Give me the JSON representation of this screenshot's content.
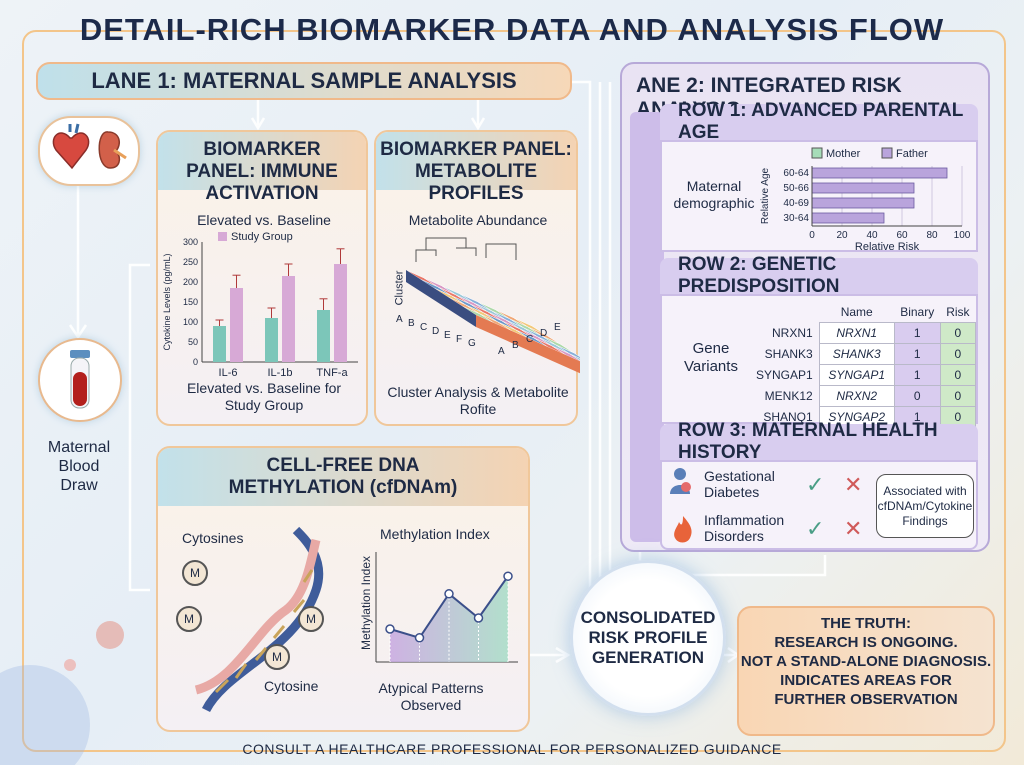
{
  "title": "DETAIL-RICH BIOMARKER DATA AND ANALYSIS FLOW",
  "lane1": {
    "header": "LANE 1: MATERNAL SAMPLE ANALYSIS",
    "blood_draw_label": "Maternal Blood Draw",
    "immune": {
      "header": "BIOMARKER PANEL: IMMUNE ACTIVATION",
      "chart_title": "Elevated vs. Baseline",
      "legend": "Study Group",
      "caption": "Elevated vs. Baseline for Study Group"
    },
    "metabolite": {
      "header": "BIOMARKER PANEL: METABOLITE PROFILES",
      "chart_title": "Metabolite Abundance",
      "cluster_axis": "Cluster",
      "caption": "Cluster Analysis & Metabolite Rofite",
      "x_letters": [
        "A",
        "B",
        "C",
        "D",
        "E",
        "F",
        "G"
      ],
      "y_letters": [
        "A",
        "B",
        "C",
        "D",
        "E"
      ]
    },
    "cfdna": {
      "header": "CELL-FREE DNA METHYLATION (cfDNAm)",
      "cytosines_label": "Cytosines",
      "cytosine_label": "Cytosine",
      "marker": "M",
      "chart_title": "Methylation Index",
      "y_label": "Methylation Index",
      "caption": "Atypical Patterns Observed"
    }
  },
  "lane2": {
    "header": "ANE 2: INTEGRATED RISK ANALYSIS",
    "row1": {
      "header": "ROW 1: ADVANCED PARENTAL AGE",
      "label": "Maternal demographic",
      "legend": [
        "Mother",
        "Father"
      ]
    },
    "row2": {
      "header": "ROW 2: GENETIC PREDISPOSITION",
      "label": "Gene Variants",
      "columns": [
        "Name",
        "Binary",
        "Risk"
      ],
      "rows": [
        {
          "gene": "NRXN1",
          "name": "NRXN1",
          "binary": "1",
          "risk": "0"
        },
        {
          "gene": "SHANK3",
          "name": "SHANK3",
          "binary": "1",
          "risk": "0"
        },
        {
          "gene": "SYNGAP1",
          "name": "SYNGAP1",
          "binary": "1",
          "risk": "0"
        },
        {
          "gene": "MENK12",
          "name": "NRXN2",
          "binary": "0",
          "risk": "0"
        },
        {
          "gene": "SHANQ1",
          "name": "SYNGAP2",
          "binary": "1",
          "risk": "0"
        }
      ]
    },
    "row3": {
      "header": "ROW 3: MATERNAL HEALTH HISTORY",
      "item1": "Gestational Diabetes",
      "item2": "Inflammation Disorders",
      "note": "Associated with cfDNAm/Cytokine Findings"
    }
  },
  "consolidated": "CONSOLIDATED RISK PROFILE GENERATION",
  "truth": {
    "line1": "THE TRUTH:",
    "line2": "RESEARCH IS ONGOING.",
    "line3": "NOT A STAND-ALONE DIAGNOSIS.",
    "line4": "INDICATES AREAS FOR FURTHER OBSERVATION"
  },
  "footer": "CONSULT A HEALTHCARE PROFESSIONAL FOR PERSONALIZED GUIDANCE",
  "chart_data": [
    {
      "type": "bar",
      "title": "Elevated vs. Baseline",
      "ylabel": "Cytokine Levels (pg/mL)",
      "ylim": [
        0,
        300
      ],
      "yticks": [
        0,
        50,
        100,
        150,
        200,
        250,
        300
      ],
      "categories": [
        "IL-6",
        "IL-1b",
        "TNF-a"
      ],
      "series": [
        {
          "name": "",
          "values": [
            90,
            110,
            130
          ],
          "errors": [
            15,
            25,
            28
          ],
          "color": "#7cc6b9"
        },
        {
          "name": "Study Group",
          "values": [
            185,
            215,
            245
          ],
          "errors": [
            32,
            30,
            38
          ],
          "color": "#d7a9d6"
        }
      ]
    },
    {
      "type": "bar",
      "orientation": "horizontal",
      "xlabel": "Relative Risk",
      "ylabel": "Relative Age",
      "xlim": [
        0,
        100
      ],
      "xticks": [
        0,
        20,
        40,
        60,
        80,
        100
      ],
      "categories": [
        "60-64",
        "50-66",
        "40-69",
        "30-64"
      ],
      "series": [
        {
          "name": "Father",
          "values": [
            90,
            68,
            68,
            48
          ],
          "color": "#b9a4dc"
        }
      ],
      "legend": [
        "Mother",
        "Father"
      ]
    },
    {
      "type": "line",
      "title": "Methylation Index",
      "ylabel": "Methylation Index",
      "x": [
        1,
        2,
        3,
        4,
        5
      ],
      "y": [
        30,
        22,
        62,
        40,
        78
      ],
      "ylim": [
        0,
        100
      ],
      "area": true
    }
  ]
}
